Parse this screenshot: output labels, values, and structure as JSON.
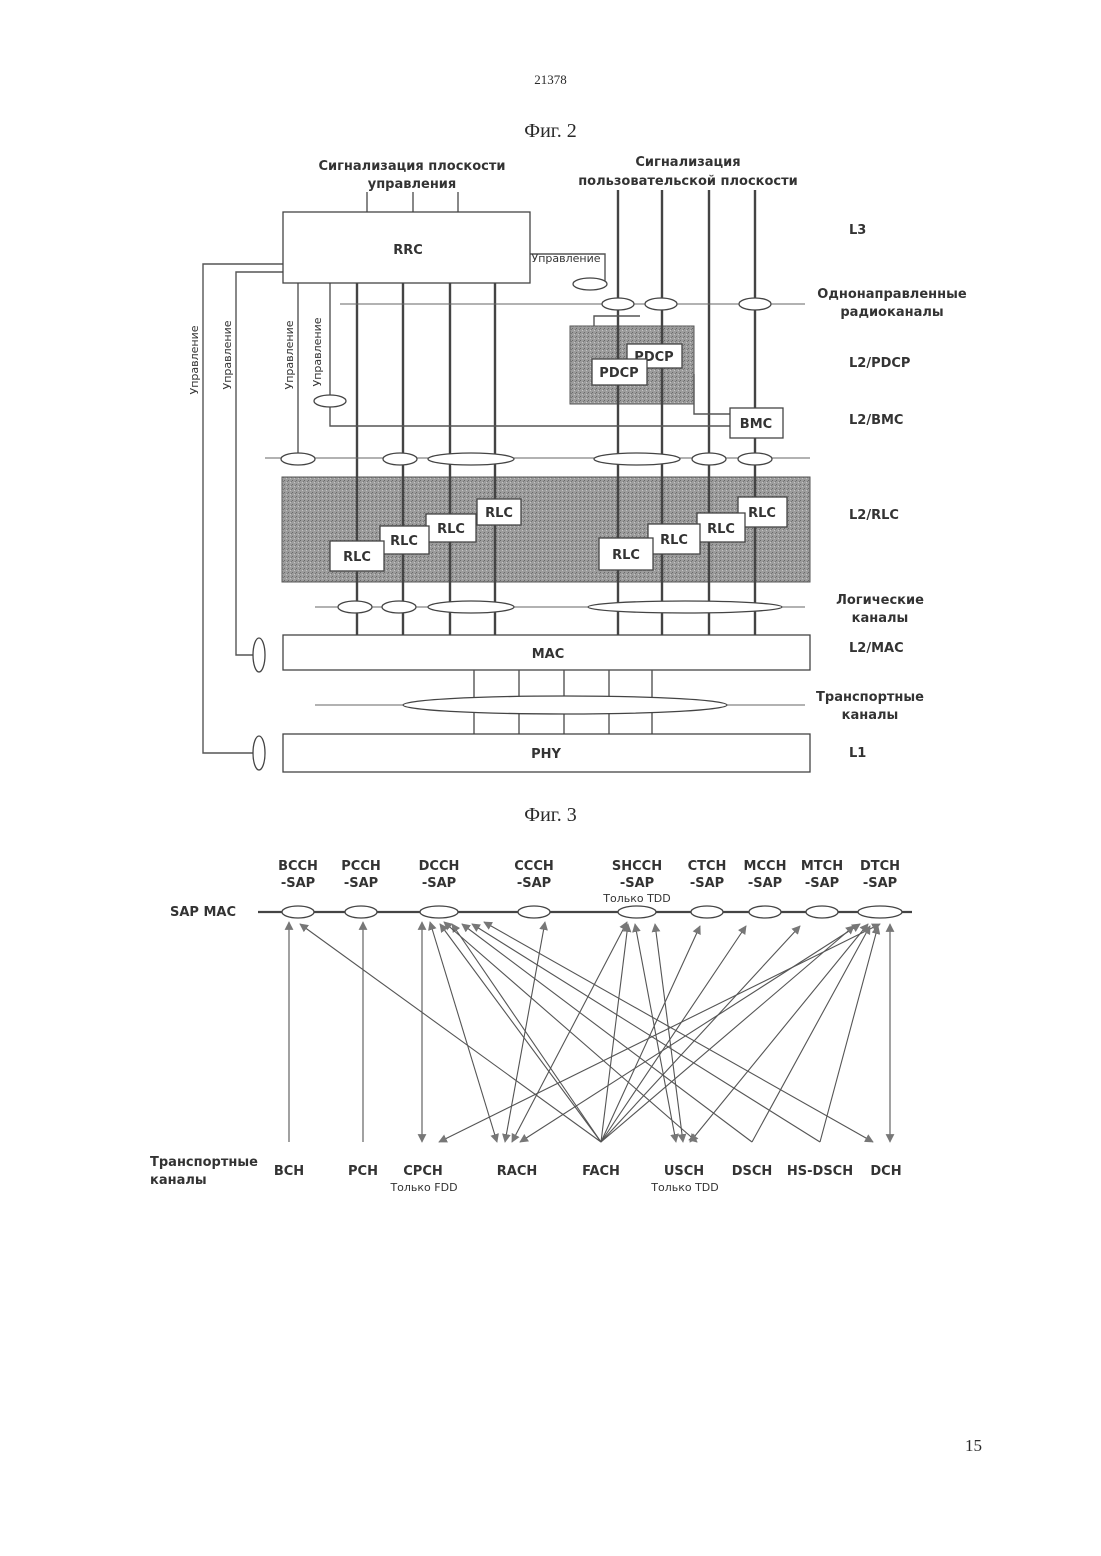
{
  "page": {
    "number_top": "21378",
    "number_bottom": "15"
  },
  "fig2": {
    "title": "Фиг. 2",
    "signaling_control_plane": [
      "Сигнализация плоскости",
      "управления"
    ],
    "signaling_user_plane": [
      "Сигнализация",
      "пользовательской плоскости"
    ],
    "boxes": {
      "rrc": "RRC",
      "pdcp": "PDCP",
      "bmc": "BMC",
      "rlc": "RLC",
      "mac": "MAC",
      "phy": "PHY"
    },
    "control_label": "Управление",
    "layers": {
      "l3": "L3",
      "radio_bearers": [
        "Однонаправленные",
        "радиоканалы"
      ],
      "l2_pdcp": "L2/PDCP",
      "l2_bmc": "L2/BMC",
      "l2_rlc": "L2/RLC",
      "logical_channels": [
        "Логические",
        "каналы"
      ],
      "l2_mac": "L2/MAC",
      "transport_channels": [
        "Транспортные",
        "каналы"
      ],
      "l1": "L1"
    }
  },
  "fig3": {
    "title": "Фиг. 3",
    "sap_mac_label": "SAP MAC",
    "logical_saps": [
      {
        "line1": "BCCH",
        "line2": "-SAP",
        "note": ""
      },
      {
        "line1": "PCCH",
        "line2": "-SAP",
        "note": ""
      },
      {
        "line1": "DCCH",
        "line2": "-SAP",
        "note": ""
      },
      {
        "line1": "CCCH",
        "line2": "-SAP",
        "note": ""
      },
      {
        "line1": "SHCCH",
        "line2": "-SAP",
        "note": "Только TDD"
      },
      {
        "line1": "CTCH",
        "line2": "-SAP",
        "note": ""
      },
      {
        "line1": "MCCH",
        "line2": "-SAP",
        "note": ""
      },
      {
        "line1": "MTCH",
        "line2": "-SAP",
        "note": ""
      },
      {
        "line1": "DTCH",
        "line2": "-SAP",
        "note": ""
      }
    ],
    "transport_label": [
      "Транспортные",
      "каналы"
    ],
    "transport_channels": [
      {
        "name": "BCH",
        "note": ""
      },
      {
        "name": "PCH",
        "note": ""
      },
      {
        "name": "CPCH",
        "note": "Только FDD"
      },
      {
        "name": "RACH",
        "note": ""
      },
      {
        "name": "FACH",
        "note": ""
      },
      {
        "name": "USCH",
        "note": "Только TDD"
      },
      {
        "name": "DSCH",
        "note": ""
      },
      {
        "name": "HS-DSCH",
        "note": ""
      },
      {
        "name": "DCH",
        "note": ""
      }
    ]
  }
}
